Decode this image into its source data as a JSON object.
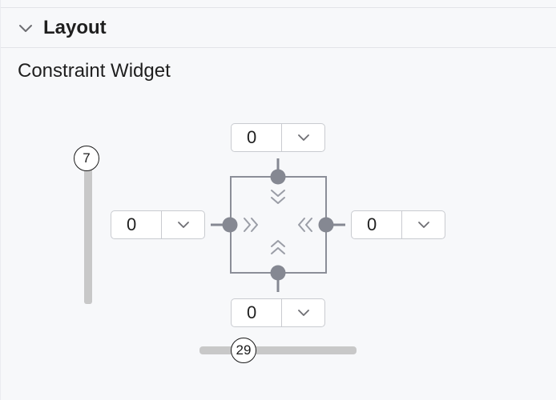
{
  "section": {
    "title": "Layout",
    "icon": "chevron-down-icon"
  },
  "widget": {
    "label": "Constraint Widget"
  },
  "margins": {
    "top": "0",
    "left": "0",
    "right": "0",
    "bottom": "0"
  },
  "bias": {
    "vertical": "7",
    "horizontal": "29"
  },
  "colors": {
    "anchor": "#858892",
    "box_border": "#8b8e98",
    "chevrons": "#9a9da6"
  }
}
